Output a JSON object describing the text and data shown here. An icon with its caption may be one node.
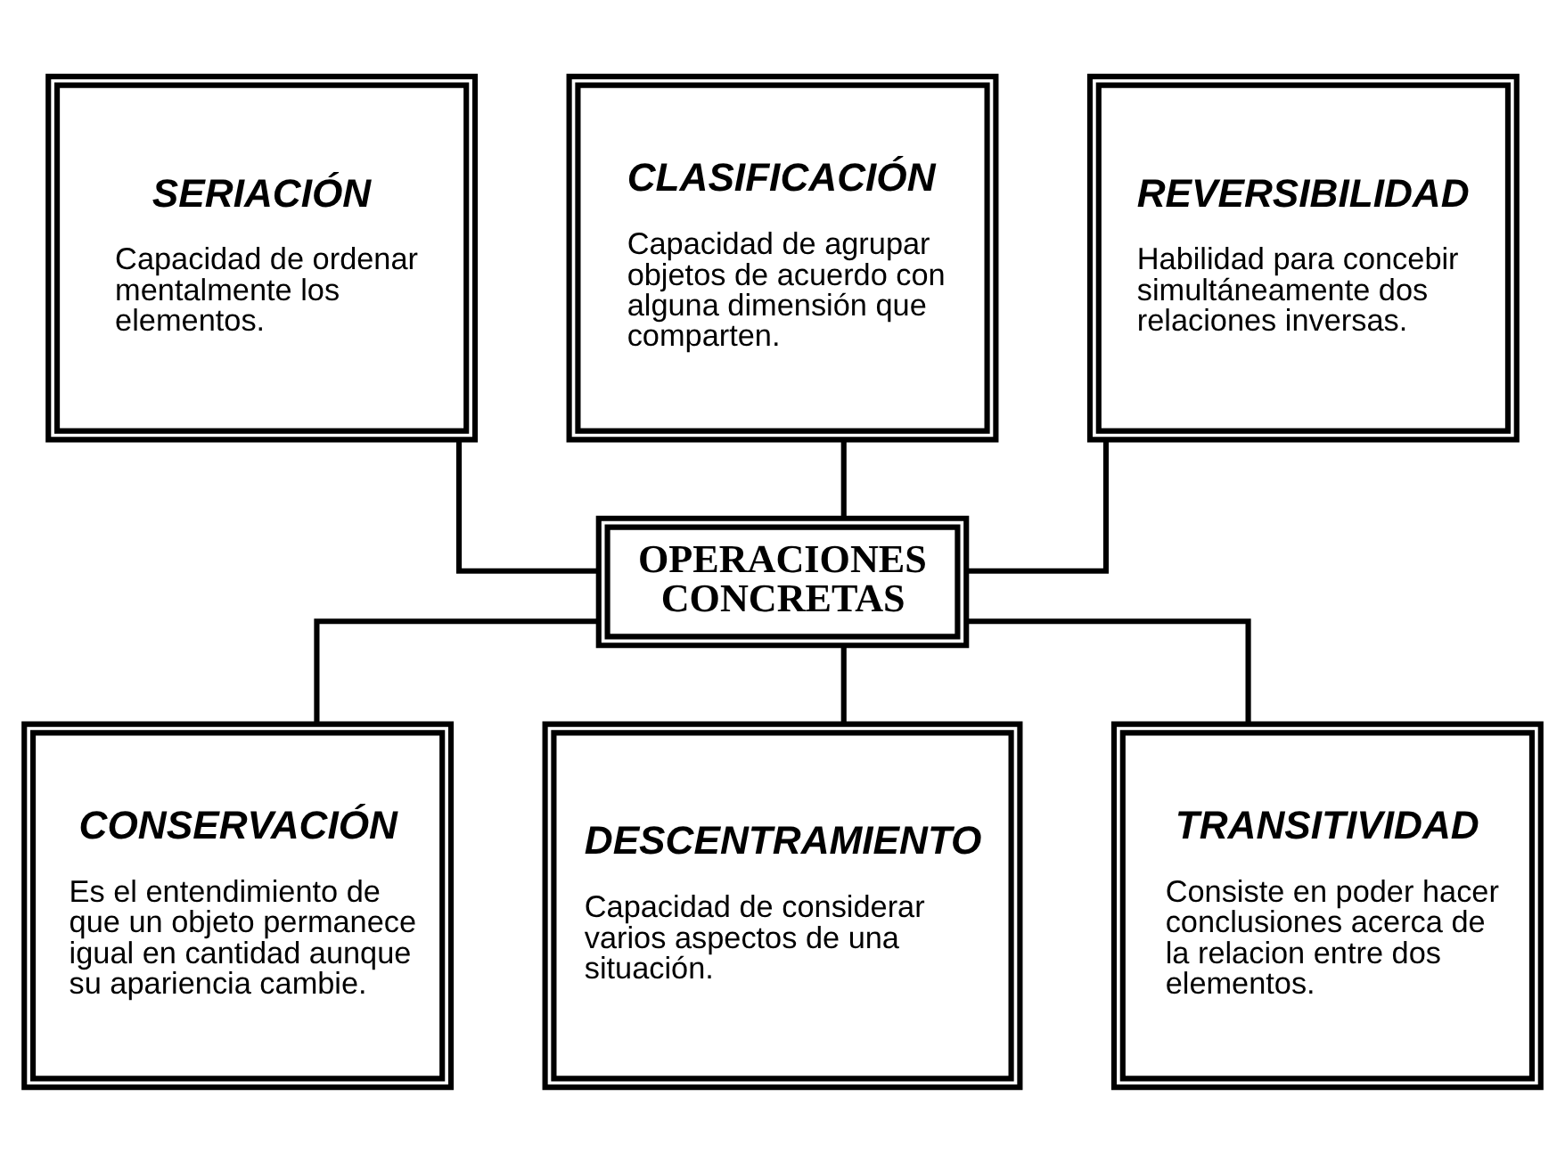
{
  "diagram": {
    "nodes": [
      {
        "text": [
          "SERIACIÓN",
          "Capacidad de ordenar mentalmente los elementos."
        ]
      },
      {
        "text": [
          "CLASIFICACIÓN",
          "Capacidad de agrupar objetos de acuerdo con alguna dimensión que comparten."
        ]
      },
      {
        "text": [
          "REVERSIBILIDAD",
          "Habilidad para concebir simultáneamente dos relaciones inversas."
        ]
      },
      {
        "text": [
          "OPERACIONES CONCRETAS"
        ]
      },
      {
        "text": [
          "CONSERVACIÓN",
          "Es el entendimiento de que un objeto permanece igual en cantidad aunque su apariencia cambie."
        ]
      },
      {
        "text": [
          "DESCENTRAMIENTO",
          "Capacidad de considerar varios aspectos de una situación."
        ]
      },
      {
        "text": [
          "TRANSITIVIDAD",
          "Consiste en poder hacer conclusiones acerca de la relacion entre dos elementos."
        ]
      }
    ],
    "edges": [
      {
        "from": 3,
        "to": 1,
        "arrow": "none"
      },
      {
        "from": 3,
        "to": 0,
        "arrow": "none"
      },
      {
        "from": 3,
        "to": 2,
        "arrow": "none"
      },
      {
        "from": 3,
        "to": 4,
        "arrow": "none"
      },
      {
        "from": 3,
        "to": 5,
        "arrow": "none"
      },
      {
        "from": 3,
        "to": 6,
        "arrow": "none"
      }
    ]
  }
}
